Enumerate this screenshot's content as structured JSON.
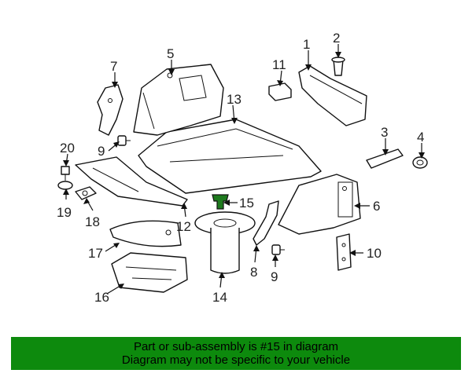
{
  "diagram": {
    "callouts": {
      "c1": "1",
      "c2": "2",
      "c3": "3",
      "c4": "4",
      "c5": "5",
      "c6": "6",
      "c7": "7",
      "c8": "8",
      "c9a": "9",
      "c9b": "9",
      "c10": "10",
      "c11": "11",
      "c12": "12",
      "c13": "13",
      "c14": "14",
      "c15": "15",
      "c16": "16",
      "c17": "17",
      "c18": "18",
      "c19": "19",
      "c20": "20"
    },
    "highlight_color": "#1e7a1e"
  },
  "banner": {
    "line1": "Part or sub-assembly is #15 in diagram",
    "line2": "Diagram may not be specific to your vehicle",
    "background": "#0d8a0d"
  }
}
